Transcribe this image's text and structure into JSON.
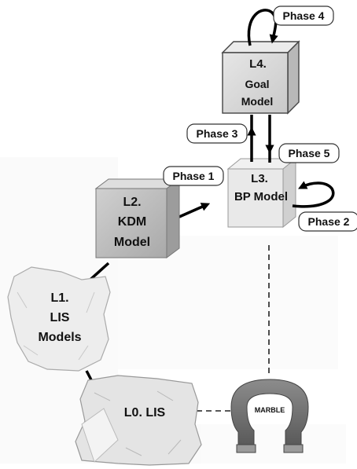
{
  "levels": {
    "l4": {
      "line1": "L4.",
      "line2": "Goal",
      "line3": "Model"
    },
    "l3": {
      "line1": "L3.",
      "line2": "BP Model"
    },
    "l2": {
      "line1": "L2.",
      "line2": "KDM",
      "line3": "Model"
    },
    "l1": {
      "line1": "L1.",
      "line2": "LIS",
      "line3": "Models"
    },
    "l0": {
      "line1": "L0. LIS"
    }
  },
  "phases": {
    "phase1": "Phase 1",
    "phase2": "Phase 2",
    "phase3": "Phase 3",
    "phase4": "Phase 4",
    "phase5": "Phase 5"
  },
  "tool": {
    "logo_text": "MARBLE",
    "icon": "horseshoe-magnet-icon"
  },
  "colors": {
    "cube_face": "#dcdcdc",
    "rock": "#ececec",
    "magnet": "#7a7a7a",
    "connector": "#000000"
  }
}
